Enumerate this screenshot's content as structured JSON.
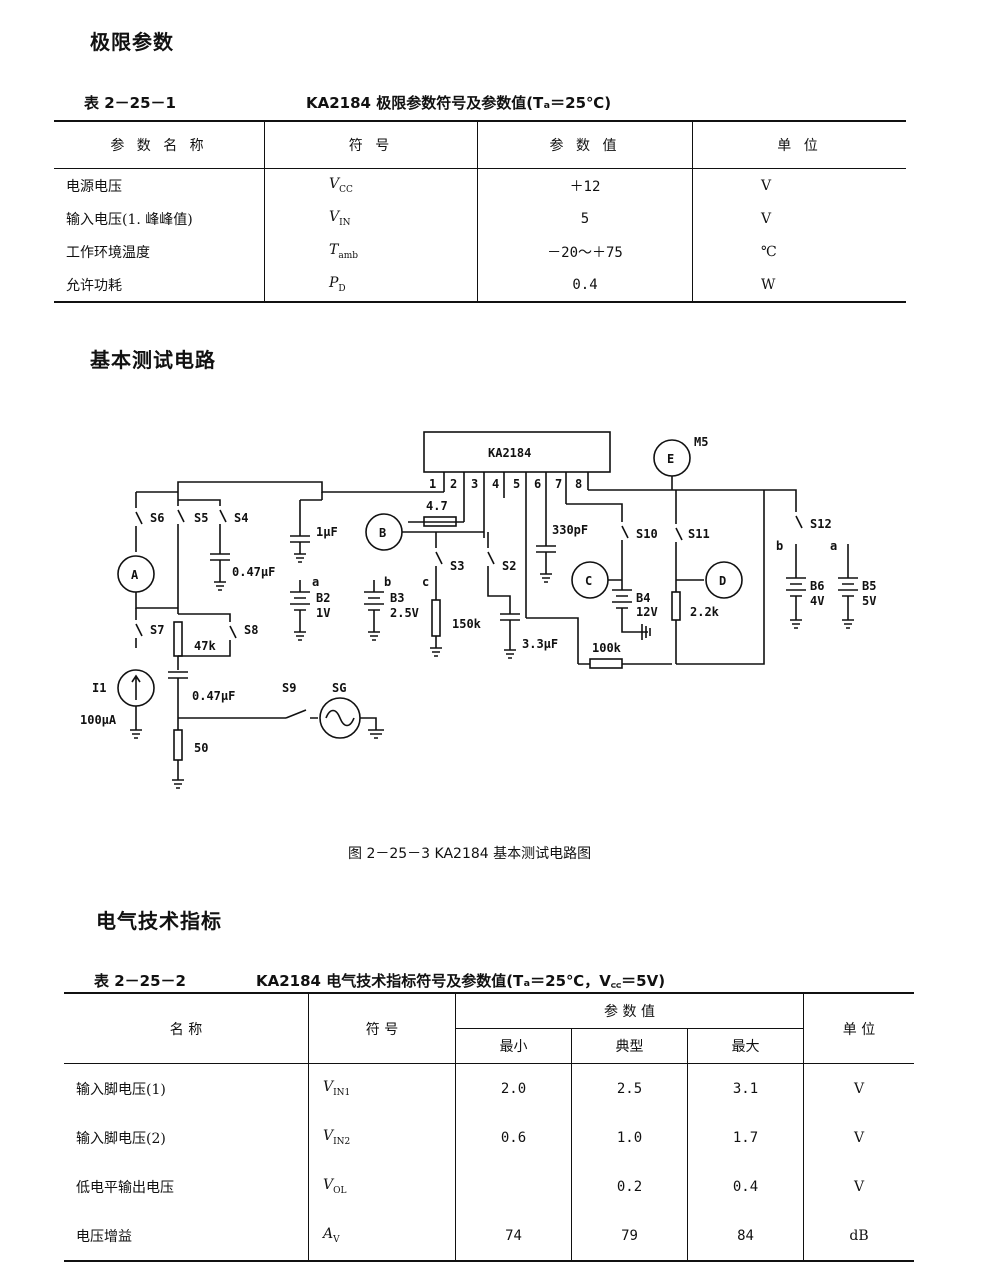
{
  "section1": {
    "title": "极限参数"
  },
  "table1": {
    "number": "表 2－25－1",
    "caption": "KA2184 极限参数符号及参数值(Tₐ＝25℃)",
    "headers": [
      "参 数 名 称",
      "符  号",
      "参 数 值",
      "单  位"
    ],
    "rows": [
      {
        "name": "电源电压",
        "sym": "V",
        "sub": "CC",
        "value": "＋12",
        "unit": "V"
      },
      {
        "name": "输入电压(1. 峰峰值)",
        "sym": "V",
        "sub": "IN",
        "value": "5",
        "unit": "V"
      },
      {
        "name": "工作环境温度",
        "sym": "T",
        "sub": "amb",
        "value": "－20～＋75",
        "unit": "℃"
      },
      {
        "name": "允许功耗",
        "sym": "P",
        "sub": "D",
        "value": "0.4",
        "unit": "W"
      }
    ]
  },
  "section2": {
    "title": "基本测试电路"
  },
  "circuit": {
    "ic": "KA2184",
    "pins": [
      "1",
      "2",
      "3",
      "4",
      "5",
      "6",
      "7",
      "8"
    ],
    "labels": {
      "m5": "M5",
      "e": "E",
      "s6": "S6",
      "s5": "S5",
      "s4": "S4",
      "r47": "4.7",
      "c1u": "1μF",
      "b_meter": "B",
      "c330": "330pF",
      "s10": "S10",
      "s11": "S11",
      "s12": "S12",
      "a_meter": "A",
      "c047a": "0.47μF",
      "sw_a1": "a",
      "b2": "B2",
      "b2v": "1V",
      "sw_b1": "b",
      "b3": "B3",
      "b3v": "2.5V",
      "s3": "S3",
      "sw_c": "c",
      "s2": "S2",
      "c_meter": "C",
      "b4": "B4",
      "b4v": "12V",
      "d_meter": "D",
      "r22": "2.2k",
      "sw_b2": "b",
      "sw_a2": "a",
      "b6": "B6",
      "b6v": "4V",
      "b5": "B5",
      "b5v": "5V",
      "s7": "S7",
      "r47k": "47k",
      "s8": "S8",
      "r150": "150k",
      "c33": "3.3μF",
      "r100": "100k",
      "i1": "I1",
      "i1v": "100μA",
      "c047b": "0.47μF",
      "s9": "S9",
      "sg": "SG",
      "r50": "50"
    },
    "caption": "图 2－25－3   KA2184 基本测试电路图"
  },
  "section3": {
    "title": "电气技术指标"
  },
  "table2": {
    "number": "表 2－25－2",
    "caption": "KA2184 电气技术指标符号及参数值(Tₐ＝25℃，V꜀꜀＝5V)",
    "headers": {
      "name": "名   称",
      "sym": "符 号",
      "group": "参 数 值",
      "min": "最小",
      "typ": "典型",
      "max": "最大",
      "unit": "单 位"
    },
    "rows": [
      {
        "name": "输入脚电压(1)",
        "sym": "V",
        "sub": "IN1",
        "min": "2.0",
        "typ": "2.5",
        "max": "3.1",
        "unit": "V"
      },
      {
        "name": "输入脚电压(2)",
        "sym": "V",
        "sub": "IN2",
        "min": "0.6",
        "typ": "1.0",
        "max": "1.7",
        "unit": "V"
      },
      {
        "name": "低电平输出电压",
        "sym": "V",
        "sub": "OL",
        "min": "",
        "typ": "0.2",
        "max": "0.4",
        "unit": "V"
      },
      {
        "name": "电压增益",
        "sym": "A",
        "sub": "V",
        "min": "74",
        "typ": "79",
        "max": "84",
        "unit": "dB"
      }
    ]
  }
}
